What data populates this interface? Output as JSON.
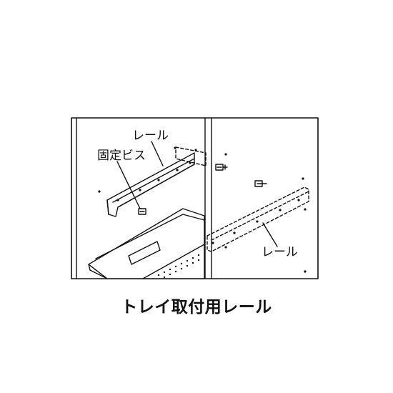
{
  "labels": {
    "rail_top": "レール",
    "screw": "固定ビス",
    "rail_right": "レール"
  },
  "caption": "トレイ取付用レール"
}
